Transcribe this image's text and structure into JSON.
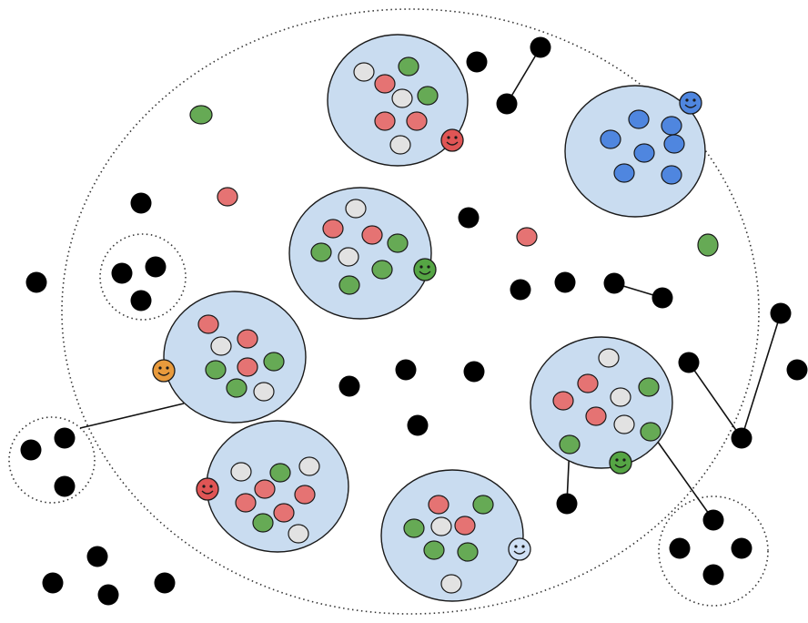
{
  "colors": {
    "background": "#ffffff",
    "cluster_fill": "#c9dcf0",
    "cluster_stroke": "#1a1a1a",
    "black_node": "#000000",
    "red_node": "#e57373",
    "green_node": "#66aa55",
    "gray_node": "#e2e2e2",
    "blue_node": "#4f86df",
    "face_red": "#e05555",
    "face_green": "#55a544",
    "face_blue": "#4f86df",
    "face_orange": "#e89a3c",
    "face_lightblue": "#cfe0f5"
  },
  "icons": {
    "cluster_leader": "smiley-face-icon"
  },
  "clusters": [
    {
      "name": "cluster-top-center",
      "face": "face_red",
      "members": [
        "gray",
        "green",
        "red",
        "gray",
        "green",
        "red",
        "red",
        "gray"
      ]
    },
    {
      "name": "cluster-top-right",
      "face": "face_blue",
      "members": [
        "blue",
        "blue",
        "blue",
        "blue",
        "blue",
        "blue",
        "blue"
      ]
    },
    {
      "name": "cluster-middle-center",
      "face": "face_green",
      "members": [
        "gray",
        "red",
        "red",
        "green",
        "gray",
        "green",
        "green",
        "green"
      ]
    },
    {
      "name": "cluster-left",
      "face": "face_orange",
      "members": [
        "red",
        "gray",
        "red",
        "green",
        "red",
        "green",
        "green",
        "gray"
      ]
    },
    {
      "name": "cluster-right",
      "face": "face_green",
      "members": [
        "gray",
        "red",
        "gray",
        "green",
        "red",
        "red",
        "gray",
        "green",
        "green"
      ]
    },
    {
      "name": "cluster-bottom-left",
      "face": "face_red",
      "members": [
        "gray",
        "green",
        "gray",
        "red",
        "red",
        "red",
        "red",
        "green",
        "gray"
      ]
    },
    {
      "name": "cluster-bottom-center",
      "face": "face_lightblue",
      "members": [
        "red",
        "green",
        "gray",
        "red",
        "green",
        "green",
        "green",
        "gray"
      ]
    }
  ]
}
